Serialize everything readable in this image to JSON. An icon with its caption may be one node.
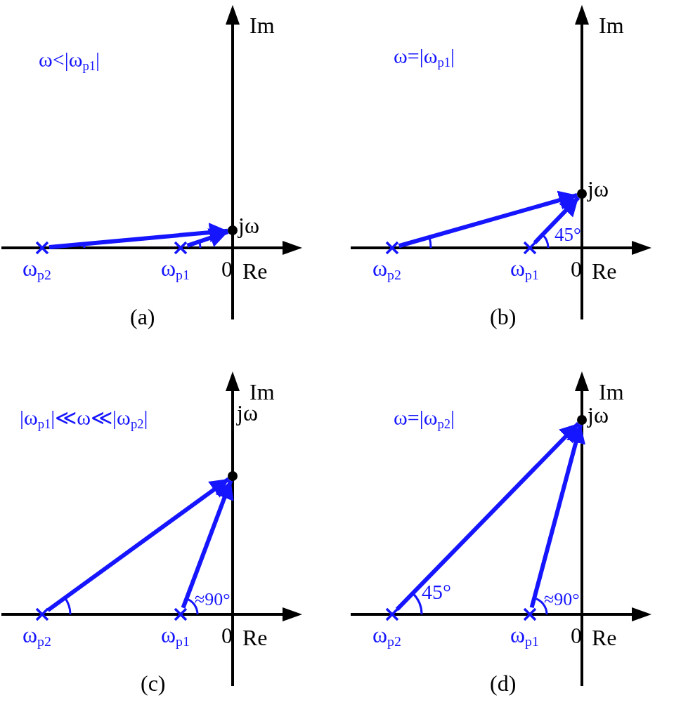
{
  "diagram": {
    "nodes": [
      {
        "text": [],
        "shape": "cross",
        "beside": [
          "ω$_{p2}$"
        ]
      },
      {
        "text": [],
        "shape": "cross",
        "beside": [
          "ω$_{p1}$"
        ]
      },
      {
        "text": [],
        "shape": "circle",
        "beside": [
          "jω"
        ]
      },
      {
        "text": [],
        "shape": "cross",
        "beside": [
          "ω$_{p2}$"
        ]
      },
      {
        "text": [],
        "shape": "cross",
        "beside": [
          "ω$_{p1}$"
        ]
      },
      {
        "text": [],
        "shape": "circle",
        "beside": [
          "jω"
        ]
      },
      {
        "text": [],
        "shape": "cross",
        "beside": [
          "ω$_{p2}$"
        ]
      },
      {
        "text": [],
        "shape": "cross",
        "beside": [
          "ω$_{p1}$"
        ]
      },
      {
        "text": [],
        "shape": "circle",
        "beside": [
          "jω"
        ]
      },
      {
        "text": [],
        "shape": "cross",
        "beside": [
          "ω$_{p2}$"
        ]
      },
      {
        "text": [],
        "shape": "cross",
        "beside": [
          "ω$_{p1}$"
        ]
      },
      {
        "text": [],
        "shape": "circle",
        "beside": [
          "jω"
        ]
      }
    ],
    "edges": [
      {
        "from": 0,
        "to": 2,
        "arrow": "to"
      },
      {
        "from": 1,
        "to": 2,
        "arrow": "to"
      },
      {
        "from": 3,
        "to": 5,
        "arrow": "to"
      },
      {
        "from": 4,
        "to": 5,
        "arrow": "to"
      },
      {
        "from": 6,
        "to": 8,
        "arrow": "to"
      },
      {
        "from": 7,
        "to": 8,
        "arrow": "to"
      },
      {
        "from": 9,
        "to": 11,
        "arrow": "to"
      },
      {
        "from": 10,
        "to": 11,
        "arrow": "to"
      }
    ],
    "labels": [
      "Im",
      "ω<|ω$_{p1}$|",
      "0",
      "Re",
      "(a)",
      "Im",
      "ω=|ω$_{p1}$|",
      "45°",
      "0",
      "Re",
      "(b)",
      "Im",
      "|ω$_{p1}$|≪ω≪|ω$_{p2}$|",
      "≈90°",
      "0",
      "Re",
      "(c)",
      "Im",
      "ω=|ω$_{p2}$|",
      "45°",
      "≈90°",
      "0",
      "Re",
      "(d)"
    ]
  }
}
